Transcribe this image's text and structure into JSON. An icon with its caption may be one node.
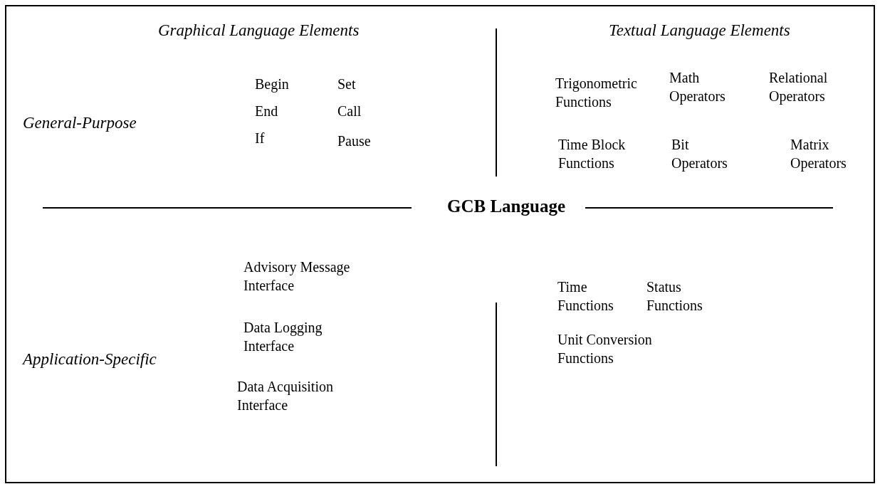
{
  "diagram": {
    "title": "GCB Language",
    "labels": [
      "Graphical Language Elements",
      "Textual Language Elements",
      "General-Purpose",
      "Begin",
      "Set",
      "End",
      "Call",
      "If",
      "Pause",
      "Trigonometric Functions",
      "Math Operators",
      "Relational Operators",
      "Time Block Functions",
      "Bit Operators",
      "Matrix Operators",
      "Application-Specific",
      "Advisory Message Interface",
      "Data Logging Interface",
      "Data Acquisition Interface",
      "Time Functions",
      "Status Functions",
      "Unit Conversion Functions"
    ]
  }
}
